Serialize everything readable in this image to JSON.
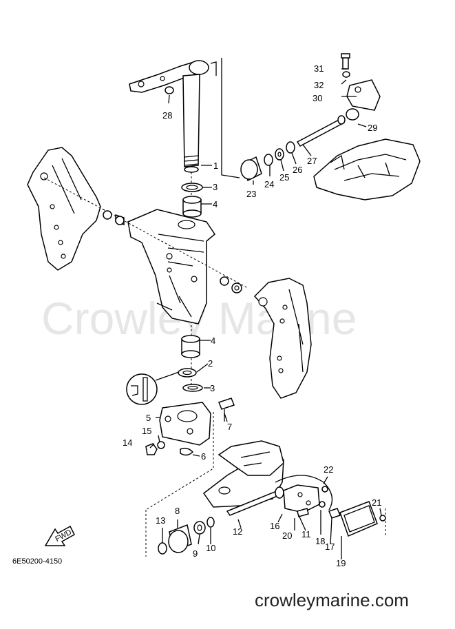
{
  "watermark": "Crowley Marine",
  "drawing_code": "6E50200-4150",
  "website": "crowleymarine.com",
  "fwd_label": "FWD",
  "callouts": {
    "c1": "1",
    "c2": "2",
    "c3a": "3",
    "c3b": "3",
    "c4a": "4",
    "c4b": "4",
    "c5": "5",
    "c6": "6",
    "c7": "7",
    "c8": "8",
    "c9": "9",
    "c10": "10",
    "c11": "11",
    "c12": "12",
    "c13": "13",
    "c14": "14",
    "c15": "15",
    "c16": "16",
    "c17": "17",
    "c18": "18",
    "c19": "19",
    "c20": "20",
    "c21": "21",
    "c22": "22",
    "c23": "23",
    "c24": "24",
    "c25": "25",
    "c26": "26",
    "c27": "27",
    "c28": "28",
    "c29": "29",
    "c30": "30",
    "c31": "31",
    "c32": "32"
  }
}
